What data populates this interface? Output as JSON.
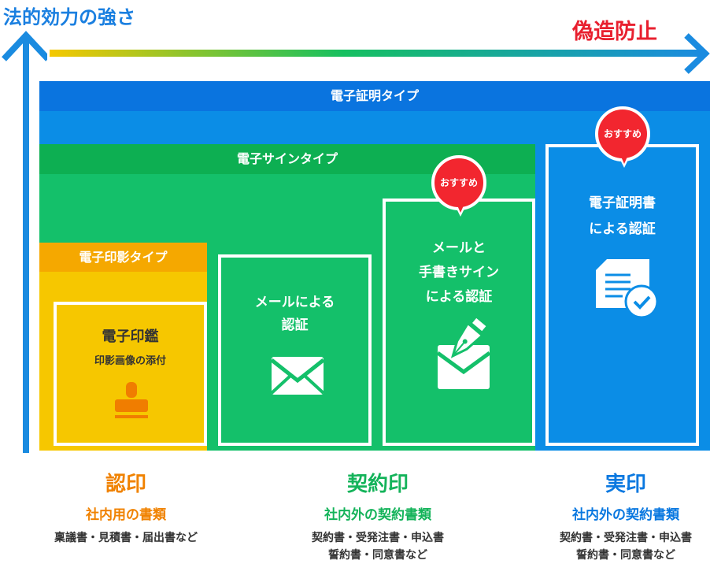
{
  "axis": {
    "vertical_label": "法的効力の強さ",
    "horizontal_label": "偽造防止"
  },
  "types": {
    "cert": "電子証明タイプ",
    "sign": "電子サインタイプ",
    "stamp": "電子印影タイプ"
  },
  "badge": "おすすめ",
  "cards": [
    {
      "title": "電子印鑑",
      "subtitle": "印影画像の添付",
      "icon": "stamp-icon"
    },
    {
      "line1": "メールによる",
      "line2": "認証",
      "icon": "envelope-icon"
    },
    {
      "line1": "メールと",
      "line2": "手書きサイン",
      "line3": "による認証",
      "icon": "envelope-pen-icon"
    },
    {
      "line1": "電子証明書",
      "line2": "による認証",
      "icon": "document-check-icon"
    }
  ],
  "categories": [
    {
      "name": "認印",
      "type": "社内用の書類",
      "examples1": "稟議書・見積書・届出書など",
      "color": "#f08200"
    },
    {
      "name": "契約印",
      "type": "社内外の契約書類",
      "examples1": "契約書・受発注書・申込書",
      "examples2": "誓約書・同意書など",
      "color": "#14b35a"
    },
    {
      "name": "実印",
      "type": "社内外の契約書類",
      "examples1": "契約書・受発注書・申込書",
      "examples2": "誓約書・同意書など",
      "color": "#0a78e0"
    }
  ]
}
